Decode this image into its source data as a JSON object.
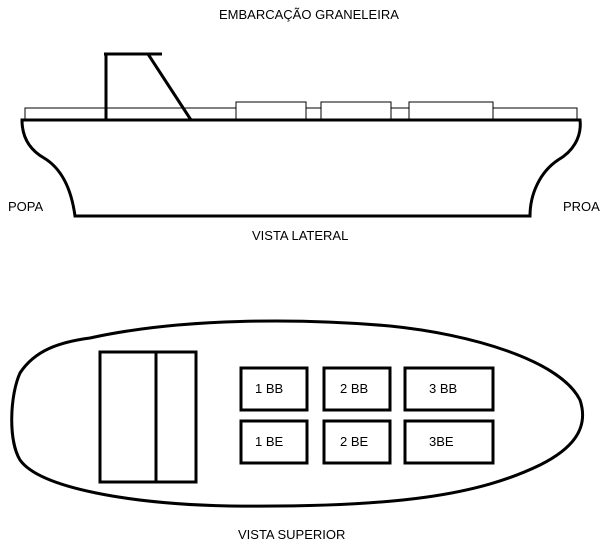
{
  "title": "EMBARCAÇÃO GRANELEIRA",
  "side_view": {
    "label": "VISTA LATERAL",
    "stern_label": "POPA",
    "bow_label": "PROA"
  },
  "top_view": {
    "label": "VISTA SUPERIOR",
    "holds_bb": [
      "1 BB",
      "2 BB",
      "3 BB"
    ],
    "holds_be": [
      "1 BE",
      "2 BE",
      "3BE"
    ]
  }
}
